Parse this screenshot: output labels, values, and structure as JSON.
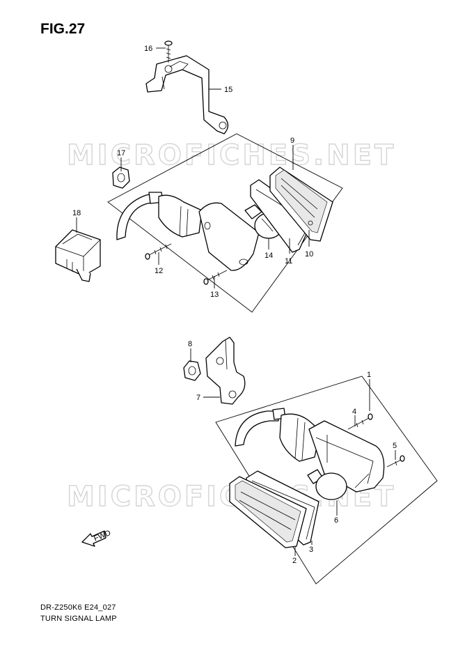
{
  "figure": {
    "title": "FIG.27",
    "model_code": "DR-Z250K6 E24_027",
    "section_name": "TURN SIGNAL LAMP"
  },
  "watermarks": [
    "MICROFICHES.NET",
    "MICROFICHES.NET"
  ],
  "arrow_label": "FWD",
  "callouts": [
    "1",
    "2",
    "3",
    "4",
    "5",
    "6",
    "7",
    "8",
    "9",
    "10",
    "11",
    "12",
    "13",
    "14",
    "15",
    "16",
    "17",
    "18"
  ]
}
